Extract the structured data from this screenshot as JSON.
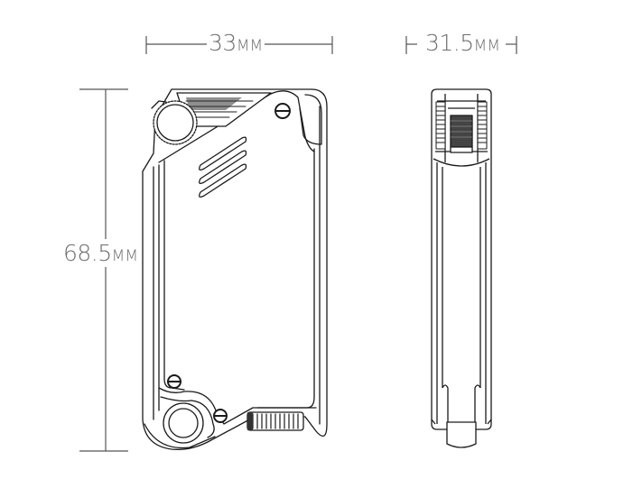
{
  "figure": {
    "type": "product dimension drawing",
    "subject": "lighter",
    "views": [
      "front-view",
      "side-view"
    ]
  },
  "dimensions": {
    "width": {
      "value": "33",
      "unit": "MM"
    },
    "depth": {
      "value": "31.5",
      "unit": "MM"
    },
    "height": {
      "value": "68.5",
      "unit": "MM"
    }
  },
  "colors": {
    "line": "#1a1a1a",
    "dim_line": "#555555",
    "label": "#6e6e6e",
    "background": "#ffffff"
  }
}
